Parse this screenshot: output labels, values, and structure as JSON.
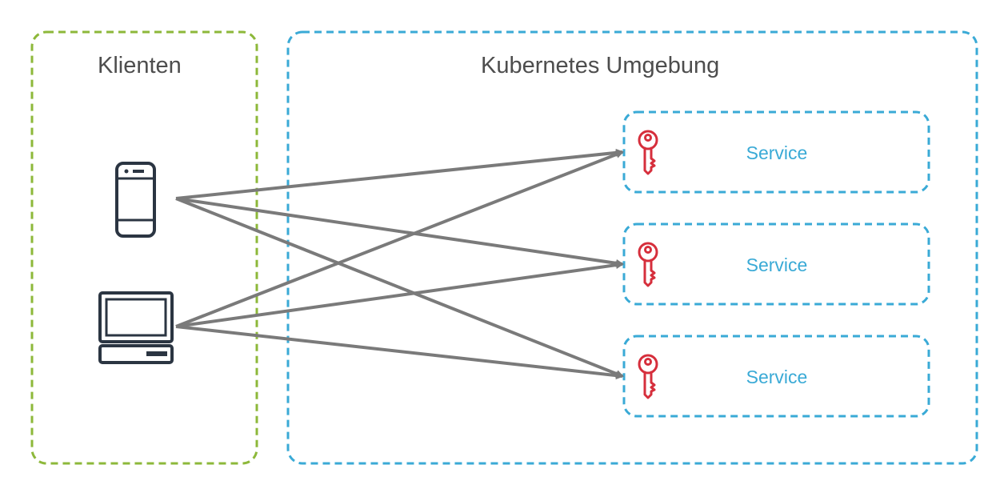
{
  "groups": {
    "clients": {
      "title": "Klienten",
      "border_color": "#8db83a"
    },
    "environment": {
      "title": "Kubernetes Umgebung",
      "border_color": "#3aaad6"
    }
  },
  "clients": [
    {
      "name": "smartphone",
      "icon": "smartphone-icon"
    },
    {
      "name": "desktop",
      "icon": "desktop-computer-icon"
    }
  ],
  "services": [
    {
      "label": "Service",
      "icon": "key-icon"
    },
    {
      "label": "Service",
      "icon": "key-icon"
    },
    {
      "label": "Service",
      "icon": "key-icon"
    }
  ],
  "connections": [
    {
      "from": "smartphone",
      "to": 0
    },
    {
      "from": "smartphone",
      "to": 1
    },
    {
      "from": "smartphone",
      "to": 2
    },
    {
      "from": "desktop",
      "to": 0
    },
    {
      "from": "desktop",
      "to": 1
    },
    {
      "from": "desktop",
      "to": 2
    }
  ],
  "colors": {
    "arrow": "#7a7a7a",
    "icon_dark": "#2b3542",
    "key": "#d62f3c",
    "service_text": "#3aaad6",
    "title_text": "#4d4d4d"
  }
}
